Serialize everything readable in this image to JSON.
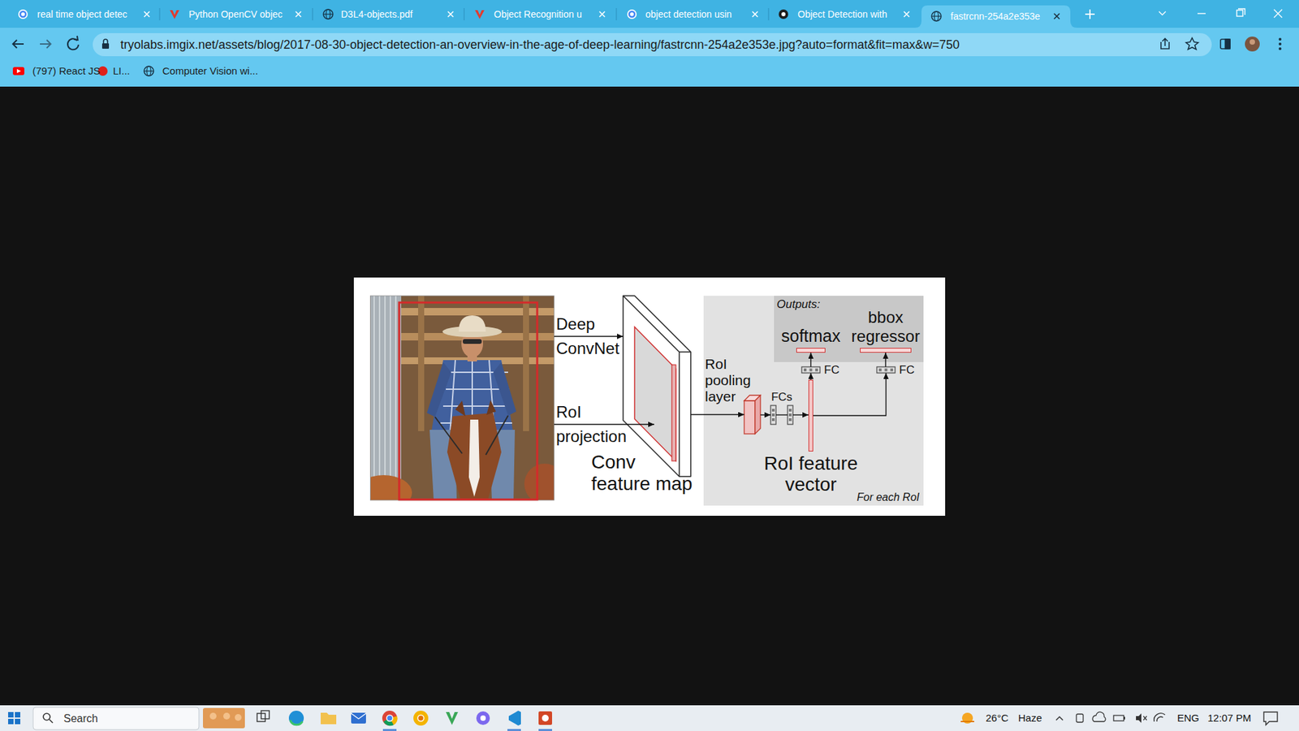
{
  "diagram": {
    "nodes": [
      {
        "text": [
          "fastrcnn-254a2e353e"
        ]
      },
      {
        "text": [
          "tryolabs.imgix.net/assets/blog/2017-08-30-object-detection-an-overview-in-the-age-of-deep-learning/fastrcnn-254a2e353e.jpg?auto=format&fit=max&w=750"
        ]
      },
      {
        "text": [
          "Conv feature map"
        ]
      },
      {
        "text": [
          "For each RoI"
        ]
      },
      {
        "text": [
          "Outputs:"
        ],
        "in": 3
      },
      {
        "text": [
          "softmax"
        ],
        "in": 4
      },
      {
        "text": [
          "bbox regressor"
        ],
        "in": 4
      },
      {
        "text": [
          "FC"
        ],
        "in": 3
      },
      {
        "text": [
          "FC"
        ],
        "in": 3
      },
      {
        "text": [
          "RoI pooling layer"
        ],
        "in": 3
      },
      {
        "text": [
          "FCs"
        ],
        "in": 3
      },
      {
        "text": [
          "RoI feature vector"
        ],
        "in": 3
      },
      {
        "text": [
          "Search"
        ]
      }
    ],
    "edges": [
      {
        "from": 2,
        "to": 9,
        "arrow": "to"
      },
      {
        "from": 9,
        "to": 10,
        "arrow": "to"
      },
      {
        "from": 10,
        "to": 11,
        "arrow": "to"
      },
      {
        "from": 11,
        "to": 7,
        "arrow": "to"
      },
      {
        "from": 7,
        "to": 5,
        "arrow": "to"
      },
      {
        "from": 11,
        "to": 8,
        "arrow": "to"
      },
      {
        "from": 8,
        "to": 6,
        "arrow": "to"
      }
    ],
    "labels": [
      "real time object detec",
      "Python OpenCV objec",
      "D3L4-objects.pdf",
      "Object Recognition u",
      "object detection usin",
      "Object Detection with",
      "(797) React JS",
      "LI...",
      "Computer Vision wi...",
      "Deep ConvNet",
      "RoI projection",
      "26°C",
      "Haze",
      "ENG",
      "12:07 PM"
    ]
  }
}
